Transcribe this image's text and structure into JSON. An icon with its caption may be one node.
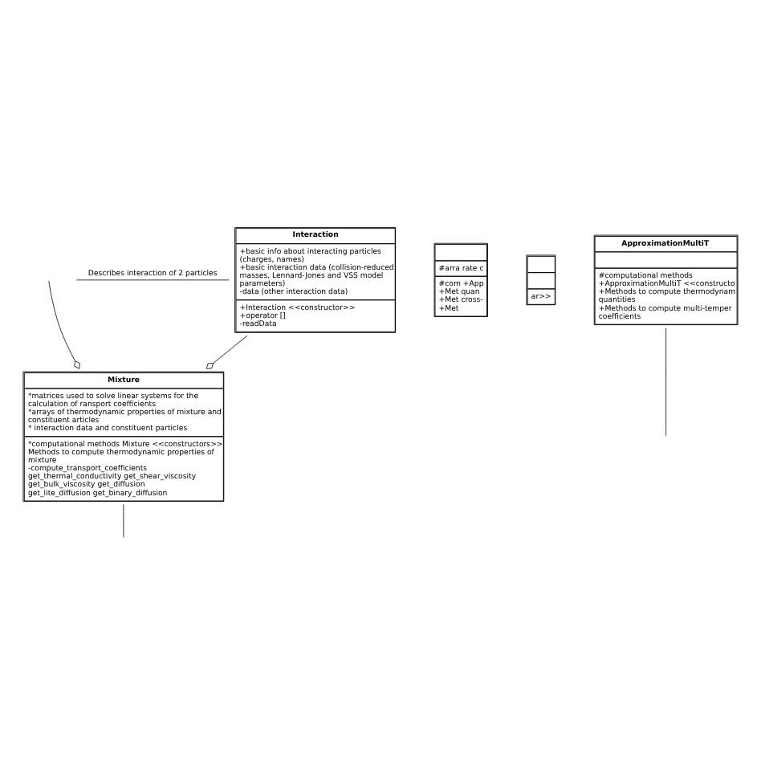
{
  "diagram": {
    "nodes": [
      {
        "text": [
          "Interaction",
          "+basic info about interacting particles (charges, names) +basic interaction data (collision-reduced masses, Lennard-Jones and VSS model parameters) -data (other interaction data)",
          "+Interaction <<constructor>> +operator [] -readData"
        ]
      },
      {
        "text": [
          "#arra rate c",
          "#com +App +Met quan +Met cross- +Met"
        ]
      },
      {
        "text": [
          "ar>>"
        ]
      },
      {
        "text": [
          "Mixture",
          "*matrices used to solve linear systems for the calculation of ransport coefficients *arrays of thermodynamic properties of mixture and constituent articles * interaction data and constituent particles",
          "*computational methods Mixture <<constructors>> Methods to compute thermodynamic properties of mixture -compute_transport_coefficients get_thermal_conductivity get_shear_viscosity get_bulk_viscosity get_diffusion get_lite_diffusion get_binary_diffusion"
        ]
      },
      {
        "text": [
          "ApproximationMultiT",
          "#computational methods +ApproximationMultiT <<constructo +Methods to compute thermodynam quantities +Methods to compute multi-temper coefficients"
        ]
      }
    ],
    "edges": [
      {
        "from": null,
        "to": 0,
        "arrow": "none",
        "label": "Describes interaction of 2 particles"
      },
      {
        "from": null,
        "to": 3,
        "arrow": "other"
      },
      {
        "from": 0,
        "to": 3,
        "arrow": "other"
      },
      {
        "from": 3,
        "to": null,
        "arrow": "none"
      },
      {
        "from": 4,
        "to": null,
        "arrow": "none"
      }
    ]
  }
}
